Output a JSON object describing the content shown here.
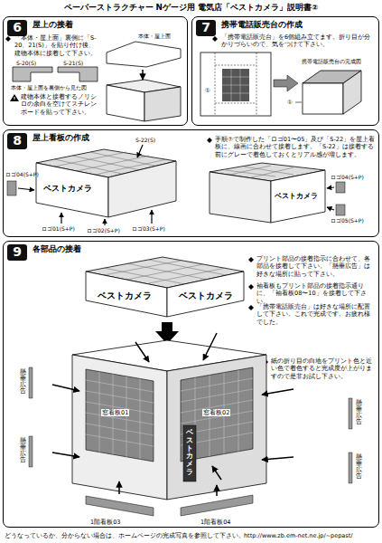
{
  "diagram": {
    "title": "ペーパーストラクチャー Nゲージ用 電気店「ベストカメラ」説明書②",
    "nodes": [
      {
        "text": [
          "6",
          "屋上の接着"
        ]
      },
      {
        "text": [
          "7",
          "携帯電話販売台の作成"
        ]
      },
      {
        "text": [
          "8",
          "屋上看板の作成"
        ]
      },
      {
        "text": [
          "9",
          "各部品の接着"
        ]
      }
    ],
    "labels": [
      "「本体・屋上面」裏側に「S-20、21(S)」を貼り付け後、建物本体に接着して下さい。",
      "S-20(S)",
      "S-21(S)",
      "本体・屋上面",
      "本体・屋上面を裏側から見た図",
      "建物本体と接着するノリシロの余白を空けてスチレンボードを貼って下さい。",
      "「携帯電話販売台」を6個組み立てます。折り目が分かりづらいので、気をつけて下さい。",
      "①",
      "①",
      "携帯電話販売台の完成図",
      "手順⑦で制作した「ロゴ01〜05」及び「S-22」を屋上看板に、線画に合わせて接着します。「S-22」は接着する前にグレーで着色しておくとリアル感が増します。",
      "S-22(S)",
      "ロゴ04(S+P)",
      "ロゴ01(S+P)",
      "ロゴ02(S+P)",
      "ロゴ03(S+P)",
      "ベストカメラ",
      "ベストカメラ",
      "ロゴ04(S+P)",
      "ロゴ05(S+P)",
      "プリント部品の接着指示に合わせて、各部品を接着して下さい。「懸垂広告」は好きな場所に貼って下さい。",
      "袖看板もプリント部品の接着指示通りに、「袖看板08〜10」を接着して下さい。",
      "「携帯電話販売台」は好きな場所に配置して下さい。これで完成です。お疲れ様でした。",
      "紙の折り目の白地をプリント色と近い色で着色すると完成度が上がりますので是非お試し下さい。",
      "ベストカメラ",
      "ベストカメラ",
      "窓看板01",
      "窓看板02",
      "ベストカメラ",
      "1階看板03",
      "1階看板04",
      "懸垂広告",
      "懸垂広告",
      "懸垂広告",
      "懸垂広告",
      "どうなっているか、分からない場合は、ホームページの完成写真を参照して下さい。",
      "http://www.zb.em-net.ne.jp/~pepast/"
    ]
  }
}
